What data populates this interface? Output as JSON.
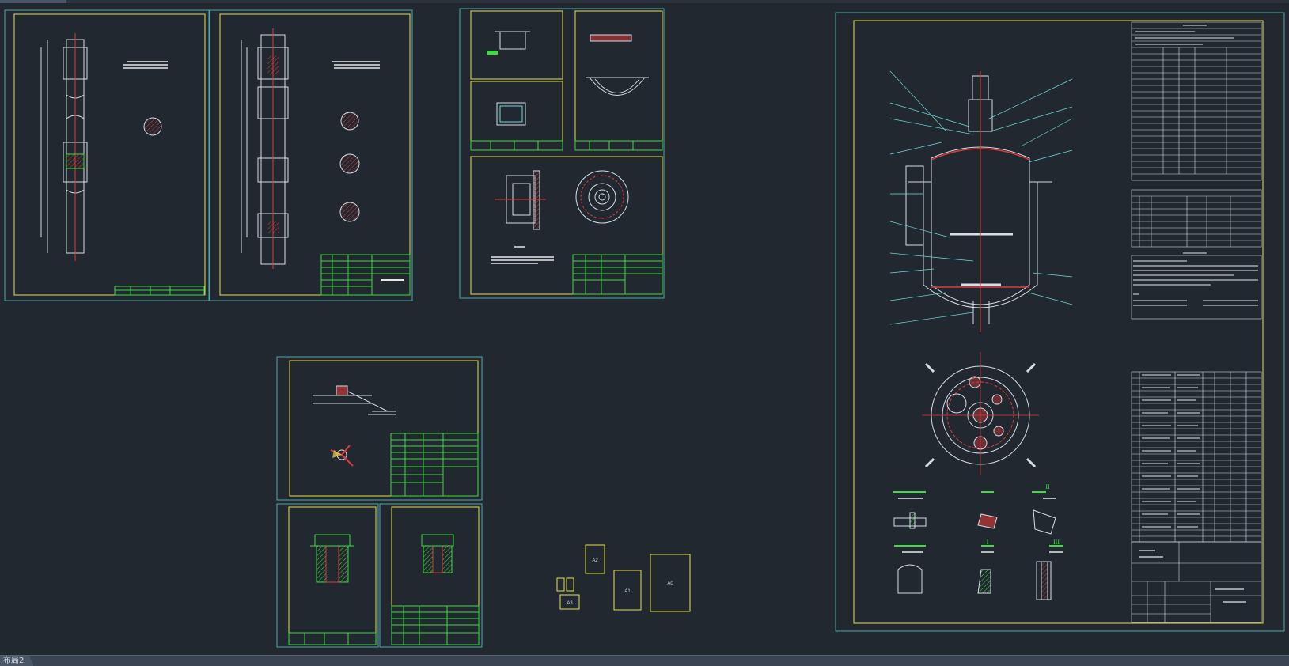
{
  "tabs": {
    "layout_tab": "布局2"
  },
  "sheet_size_labels": {
    "a0": "A0",
    "a1": "A1",
    "a2": "A2",
    "a3": "A3"
  },
  "main_drawing": {
    "detail_roman_1": "I",
    "detail_roman_2": "II",
    "detail_roman_3": "III"
  },
  "colors": {
    "background": "#212830",
    "sheet_frame": "#4fa8a8",
    "inner_border": "#e6e04a",
    "linework": "#d6dde3",
    "table_green": "#3cdc3c",
    "centerline_red": "#e03a3a",
    "hatch_cyan": "#6fdada"
  }
}
